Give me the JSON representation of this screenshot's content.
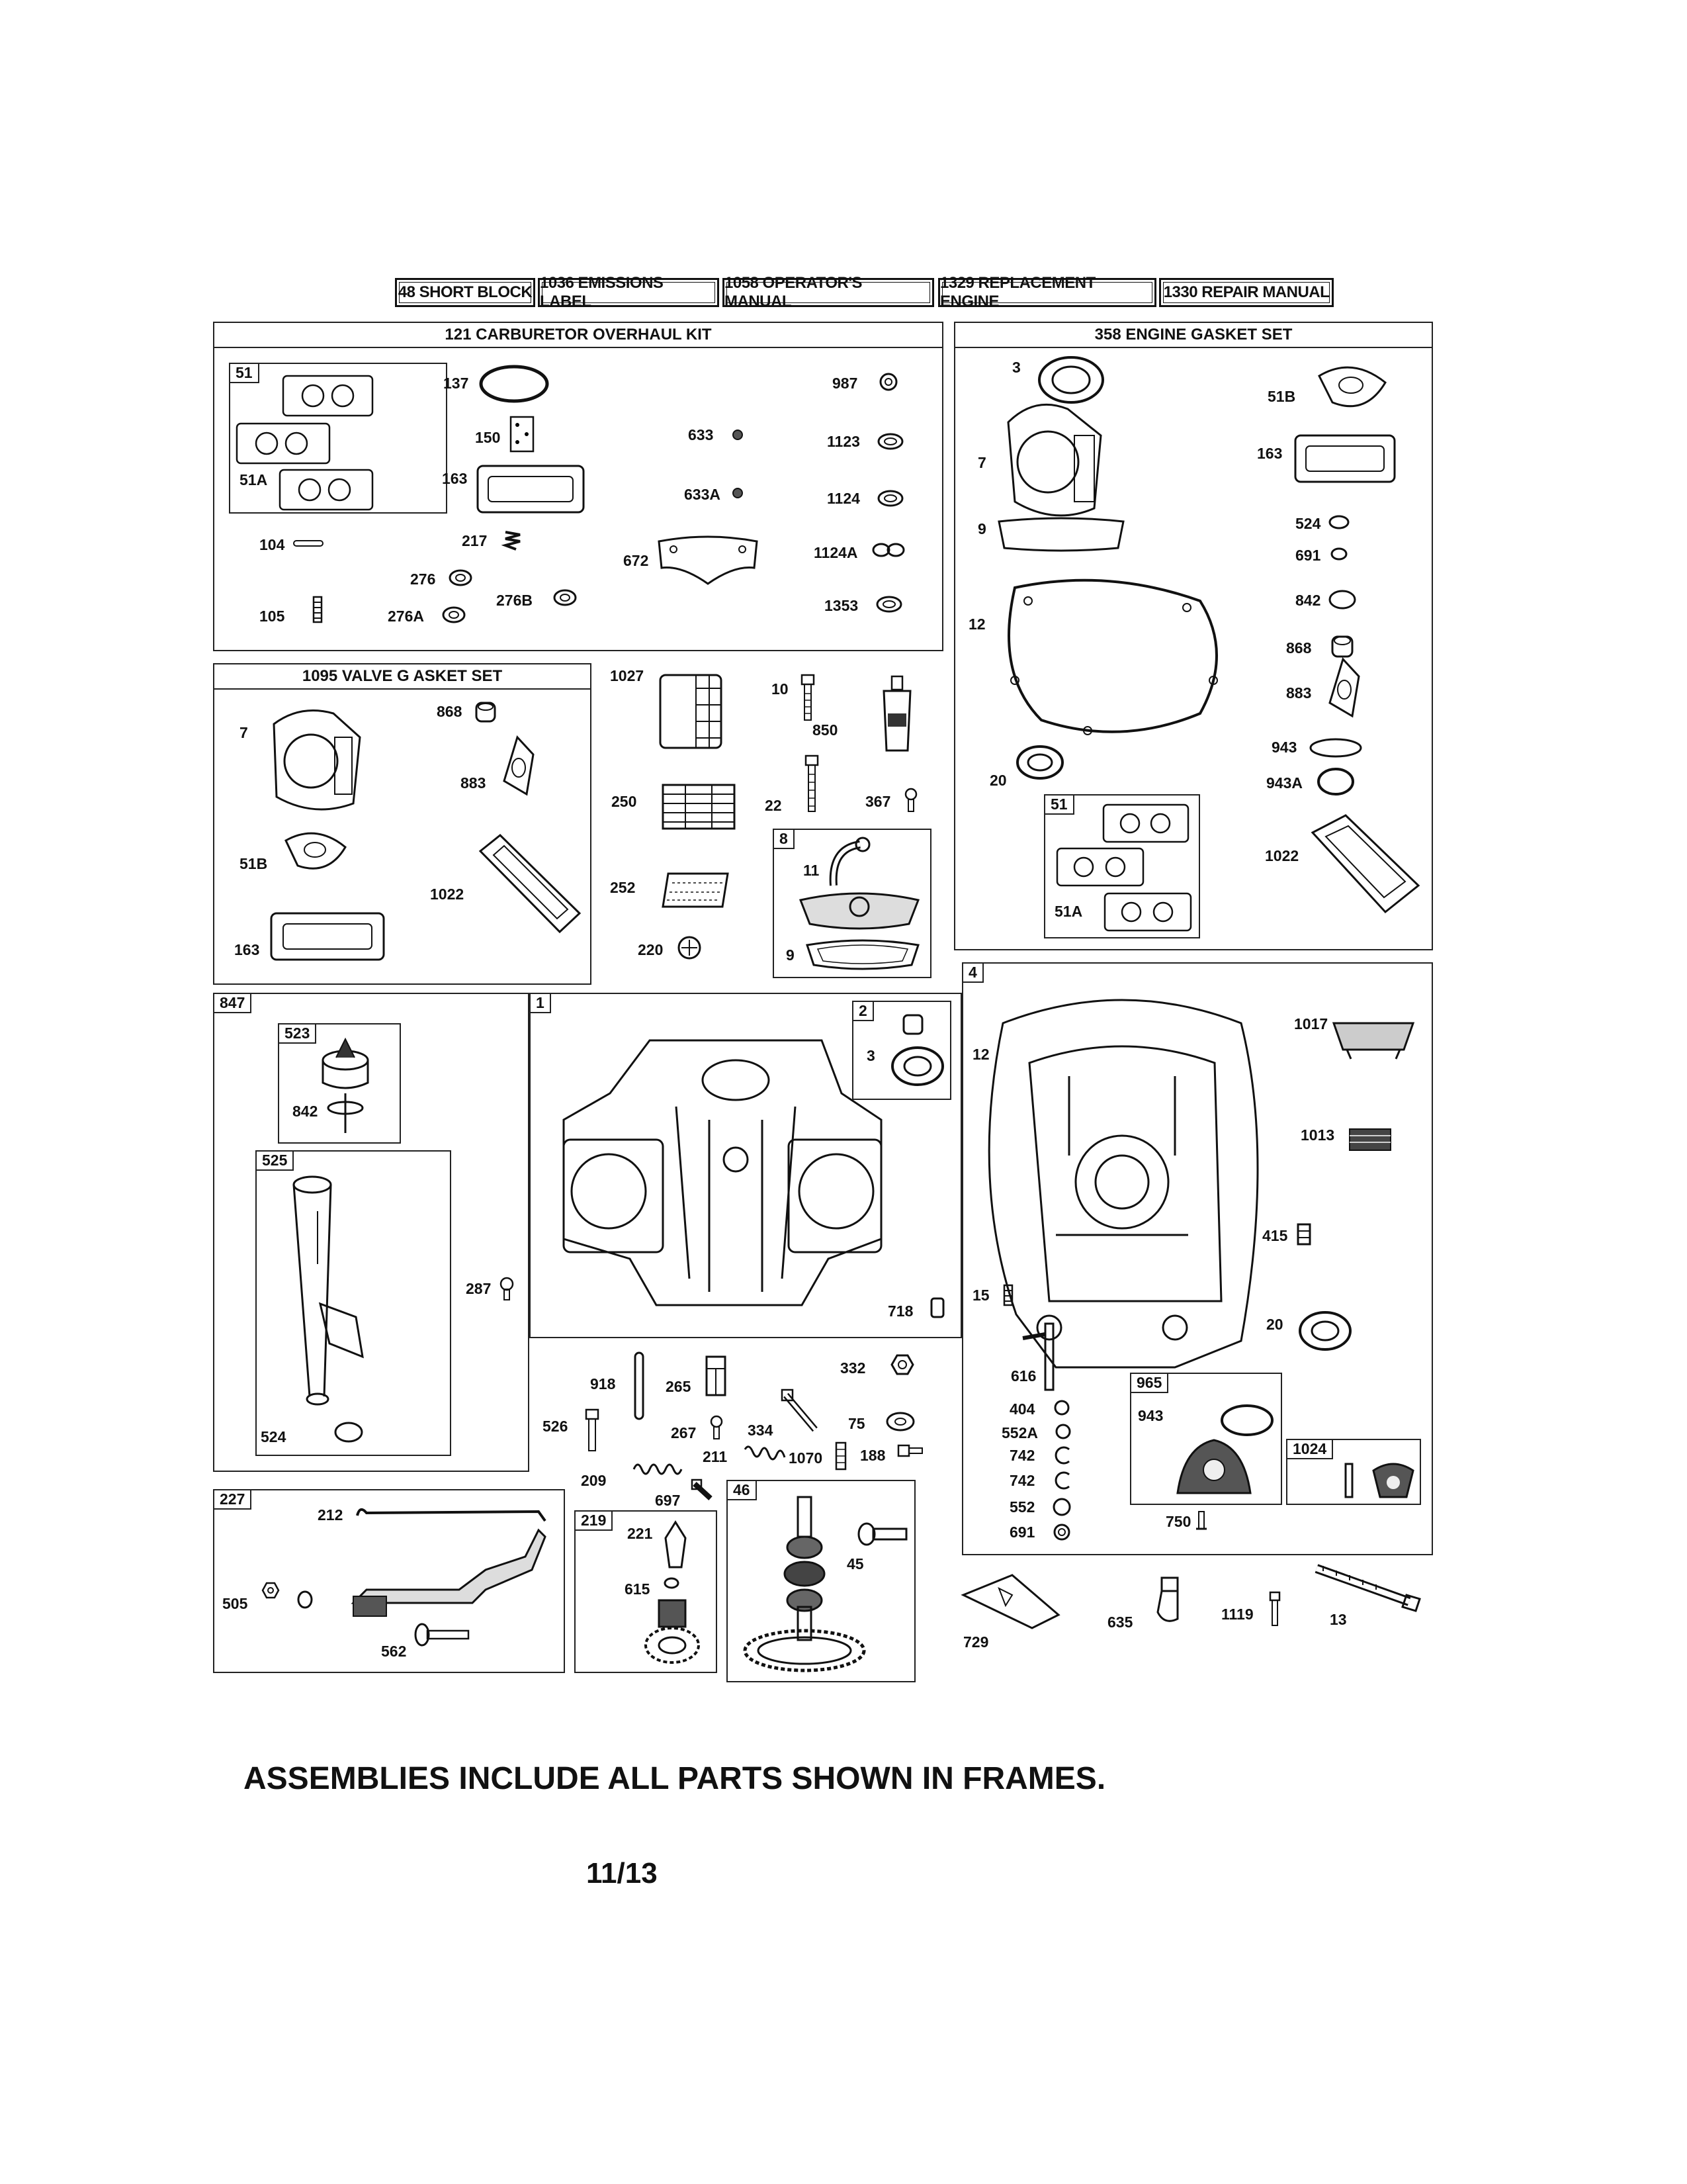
{
  "header": {
    "short_block": "48 SHORT BLOCK",
    "emissions_label": "1036 EMISSIONS LABEL",
    "operators_manual": "1058 OPERATOR'S MANUAL",
    "replacement_engine": "1329 REPLACEMENT ENGINE",
    "repair_manual": "1330 REPAIR MANUAL"
  },
  "carb_kit": {
    "title": "121 CARBURETOR OVERHAUL KIT",
    "parts": [
      "51",
      "51A",
      "137",
      "150",
      "163",
      "104",
      "217",
      "276",
      "276A",
      "105",
      "276B",
      "633",
      "633A",
      "672",
      "987",
      "1123",
      "1124",
      "1124A",
      "1353"
    ]
  },
  "gasket_set": {
    "title": "358 ENGINE GASKET SET",
    "parts": [
      "3",
      "7",
      "9",
      "12",
      "20",
      "51B",
      "163",
      "524",
      "691",
      "842",
      "868",
      "883",
      "943",
      "943A",
      "1022",
      "51",
      "51A"
    ]
  },
  "valve_gasket": {
    "title": "1095 VALVE G   ASKET SET",
    "parts": [
      "7",
      "868",
      "883",
      "51B",
      "1022",
      "163"
    ]
  },
  "misc": {
    "parts": [
      "1027",
      "10",
      "850",
      "250",
      "22",
      "367",
      "252",
      "220",
      "8",
      "11",
      "9"
    ]
  },
  "dipstick": {
    "parts": [
      "847",
      "523",
      "842",
      "525",
      "287",
      "524"
    ]
  },
  "cylinder": {
    "parts": [
      "1",
      "2",
      "3",
      "718"
    ]
  },
  "crankcase": {
    "parts": [
      "4",
      "12",
      "1017",
      "1013",
      "415",
      "15",
      "20",
      "616",
      "404",
      "552A",
      "742",
      "742",
      "552",
      "691",
      "965",
      "943",
      "1024",
      "750"
    ]
  },
  "lower_mid": {
    "parts": [
      "918",
      "265",
      "332",
      "526",
      "267",
      "334",
      "75",
      "209",
      "211",
      "1070",
      "188",
      "697"
    ]
  },
  "governor": {
    "parts": [
      "227",
      "212",
      "505",
      "562"
    ]
  },
  "gear_219": {
    "parts": [
      "219",
      "221",
      "615"
    ]
  },
  "cam_46": {
    "parts": [
      "46",
      "45"
    ]
  },
  "loose_bottom": {
    "parts": [
      "729",
      "635",
      "1119",
      "13"
    ]
  },
  "footer": {
    "note": "ASSEMBLIES INCLUDE ALL PARTS SHOWN IN FRAMES.",
    "page": "11/13"
  }
}
